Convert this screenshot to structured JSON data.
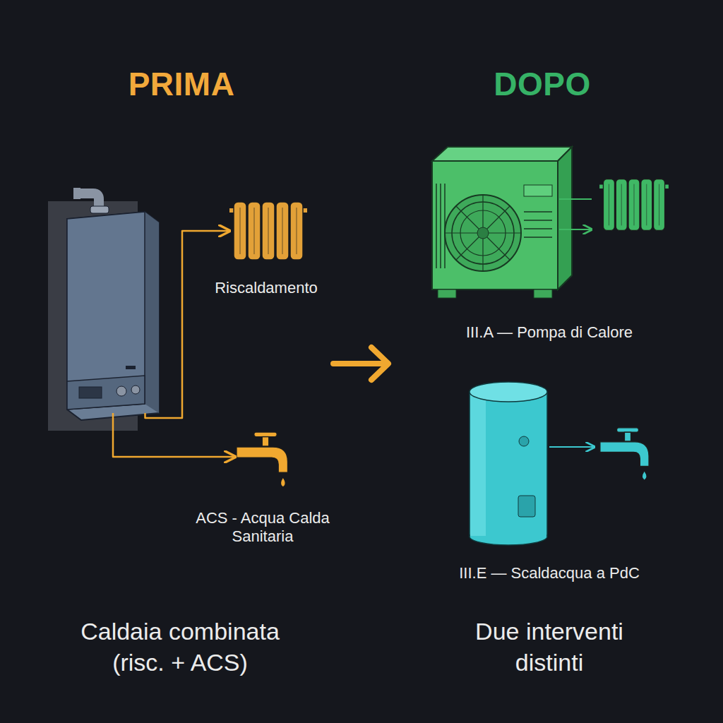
{
  "diagram": {
    "nodes": [
      {
        "text": [
          "Caldaia combinata (risc. + ACS)"
        ]
      },
      {
        "text": [
          "Riscaldamento"
        ]
      },
      {
        "text": [
          "ACS - Acqua Calda Sanitaria"
        ]
      },
      {
        "text": [
          "III.A — Pompa di Calore"
        ]
      },
      {
        "text": [
          "III.E — Scaldacqua a PdC"
        ]
      }
    ],
    "edges": [
      {
        "from": 0,
        "to": 1,
        "arrow": "to"
      },
      {
        "from": 0,
        "to": 2,
        "arrow": "to"
      }
    ],
    "labels": [
      "PRIMA",
      "DOPO",
      "Due interventi distinti"
    ]
  }
}
